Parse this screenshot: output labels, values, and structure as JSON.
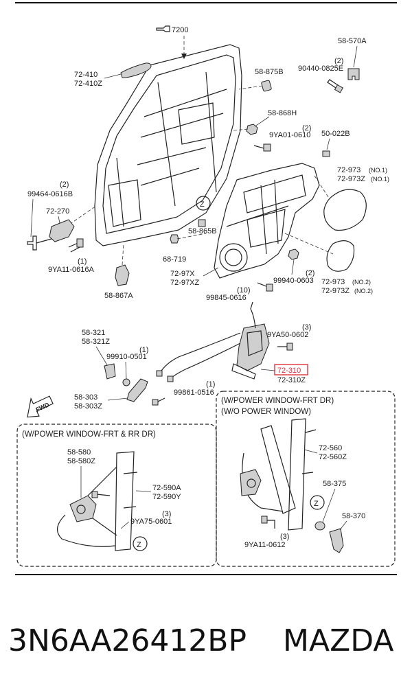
{
  "labels": {
    "ref_7200": "7200",
    "l_58570A": "58-570A",
    "l_72410": "72-410",
    "l_72410Z": "72-410Z",
    "l_58875B": "58-875B",
    "l_2a": "(2)",
    "l_90440": "90440-0825E",
    "l_58868H": "58-868H",
    "l_2b": "(2)",
    "l_9YA01": "9YA01-0610",
    "l_50022B": "50-022B",
    "l_72973": "72-973",
    "l_no1a": "(NO.1)",
    "l_72973Z": "72-973Z",
    "l_no1b": "(NO.1)",
    "l_2c": "(2)",
    "l_99464": "99464-0616B",
    "l_72270": "72-270",
    "l_z1": "Z",
    "l_58865B": "58-865B",
    "l_1a": "(1)",
    "l_9YA11a": "9YA11-0616A",
    "l_68719": "68-719",
    "l_7297X": "72-97X",
    "l_7297XZ": "72-97XZ",
    "l_2d": "(2)",
    "l_99940": "99940-0603",
    "l_72973b": "72-973",
    "l_no2a": "(NO.2)",
    "l_72973Zb": "72-973Z",
    "l_no2b": "(NO.2)",
    "l_58867A": "58-867A",
    "l_10": "(10)",
    "l_99845": "99845-0616",
    "l_3a": "(3)",
    "l_9YA50": "9YA50-0602",
    "l_58321": "58-321",
    "l_58321Z": "58-321Z",
    "l_1b": "(1)",
    "l_99910": "99910-0501",
    "l_72310": "72-310",
    "l_72310Z": "72-310Z",
    "l_1c": "(1)",
    "l_58303": "58-303",
    "l_58303Z": "58-303Z",
    "l_99861": "99861-0516",
    "l_fwd": "FWD",
    "box_right_title1": "(W/POWER WINDOW-FRT DR)",
    "box_right_title2": "(W/O POWER WINDOW)",
    "box_left_title": "(W/POWER WINDOW-FRT & RR DR)",
    "l_58580": "58-580",
    "l_58580Z": "58-580Z",
    "l_72590A": "72-590A",
    "l_72590Y": "72-590Y",
    "l_3b": "(3)",
    "l_9YA75": "9YA75-0601",
    "l_z2": "Z",
    "l_72560": "72-560",
    "l_72560Z": "72-560Z",
    "l_58375": "58-375",
    "l_z3": "Z",
    "l_58370": "58-370",
    "l_3c": "(3)",
    "l_9YA11b": "9YA11-0612"
  },
  "footer": {
    "part_number": "3N6AA26412BP",
    "brand": "MAZDA"
  },
  "colors": {
    "highlight": "#e0303a",
    "line": "#222222",
    "fill": "#cfcfcf"
  }
}
